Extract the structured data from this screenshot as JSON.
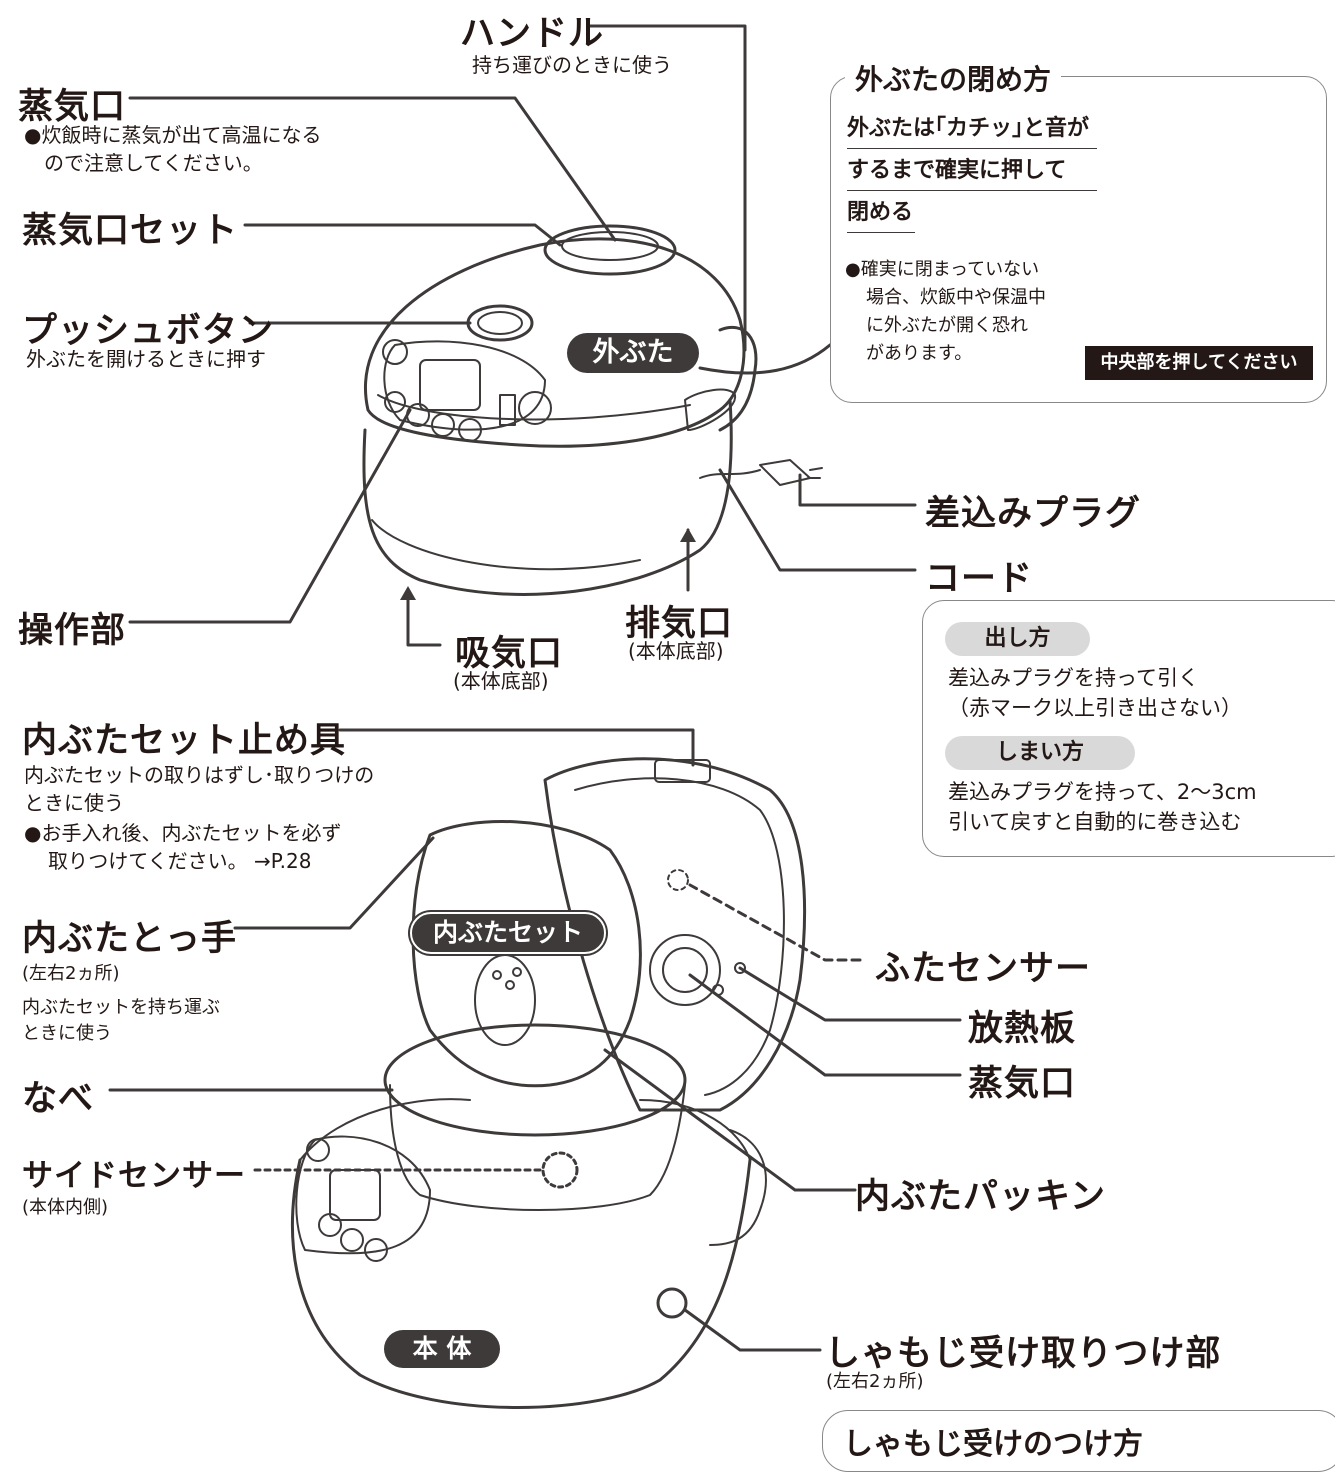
{
  "labels": {
    "handle": "ハンドル",
    "handle_desc": "持ち運びのときに使う",
    "steam_vent": "蒸気口",
    "steam_vent_note": "●炊飯時に蒸気が出て高温になる",
    "steam_vent_note2": "　ので注意してください。",
    "steam_vent_set": "蒸気口セット",
    "push_button": "プッシュボタン",
    "push_button_desc": "外ぶたを開けるときに押す",
    "outer_lid": "外ぶた",
    "plug": "差込みプラグ",
    "cord": "コード",
    "control_panel": "操作部",
    "intake": "吸気口",
    "intake_sub": "(本体底部)",
    "exhaust": "排気口",
    "exhaust_sub": "(本体底部)",
    "inner_lid_stopper": "内ぶたセット止め具",
    "inner_lid_stopper_desc1": "内ぶたセットの取りはずし･取りつけの",
    "inner_lid_stopper_desc2": "ときに使う",
    "inner_lid_stopper_note1": "●お手入れ後、内ぶたセットを必ず",
    "inner_lid_stopper_note2": "取りつけてください。 →P.28",
    "inner_lid_handle": "内ぶたとっ手",
    "inner_lid_handle_sub": "(左右2ヵ所)",
    "inner_lid_handle_desc1": "内ぶたセットを持ち運ぶ",
    "inner_lid_handle_desc2": "ときに使う",
    "inner_lid_set": "内ぶたセット",
    "lid_sensor": "ふたセンサー",
    "heat_plate": "放熱板",
    "steam_vent_2": "蒸気口",
    "pot": "なべ",
    "side_sensor": "サイドセンサー",
    "side_sensor_sub": "(本体内側)",
    "inner_lid_packing": "内ぶたパッキン",
    "body": "本 体",
    "paddle_holder": "しゃもじ受け取りつけ部",
    "paddle_holder_sub": "(左右2ヵ所)",
    "paddle_holder_box_title": "しゃもじ受けのつけ方"
  },
  "close_box": {
    "title": "外ぶたの閉め方",
    "line1": "外ぶたは｢カチッ｣と音が",
    "line2": "するまで確実に押して",
    "line3": "閉める",
    "note1": "●確実に閉まっていない",
    "note2": "場合、炊飯中や保温中",
    "note3": "に外ぶたが開く恐れ",
    "note4": "があります。",
    "button": "中央部を押してください"
  },
  "cord_box": {
    "take_out_title": "出し方",
    "take_out_1": "差込みプラグを持って引く",
    "take_out_2": "（赤マーク以上引き出さない）",
    "store_title": "しまい方",
    "store_1": "差込みプラグを持って、2〜3cm",
    "store_2": "引いて戻すと自動的に巻き込む"
  }
}
